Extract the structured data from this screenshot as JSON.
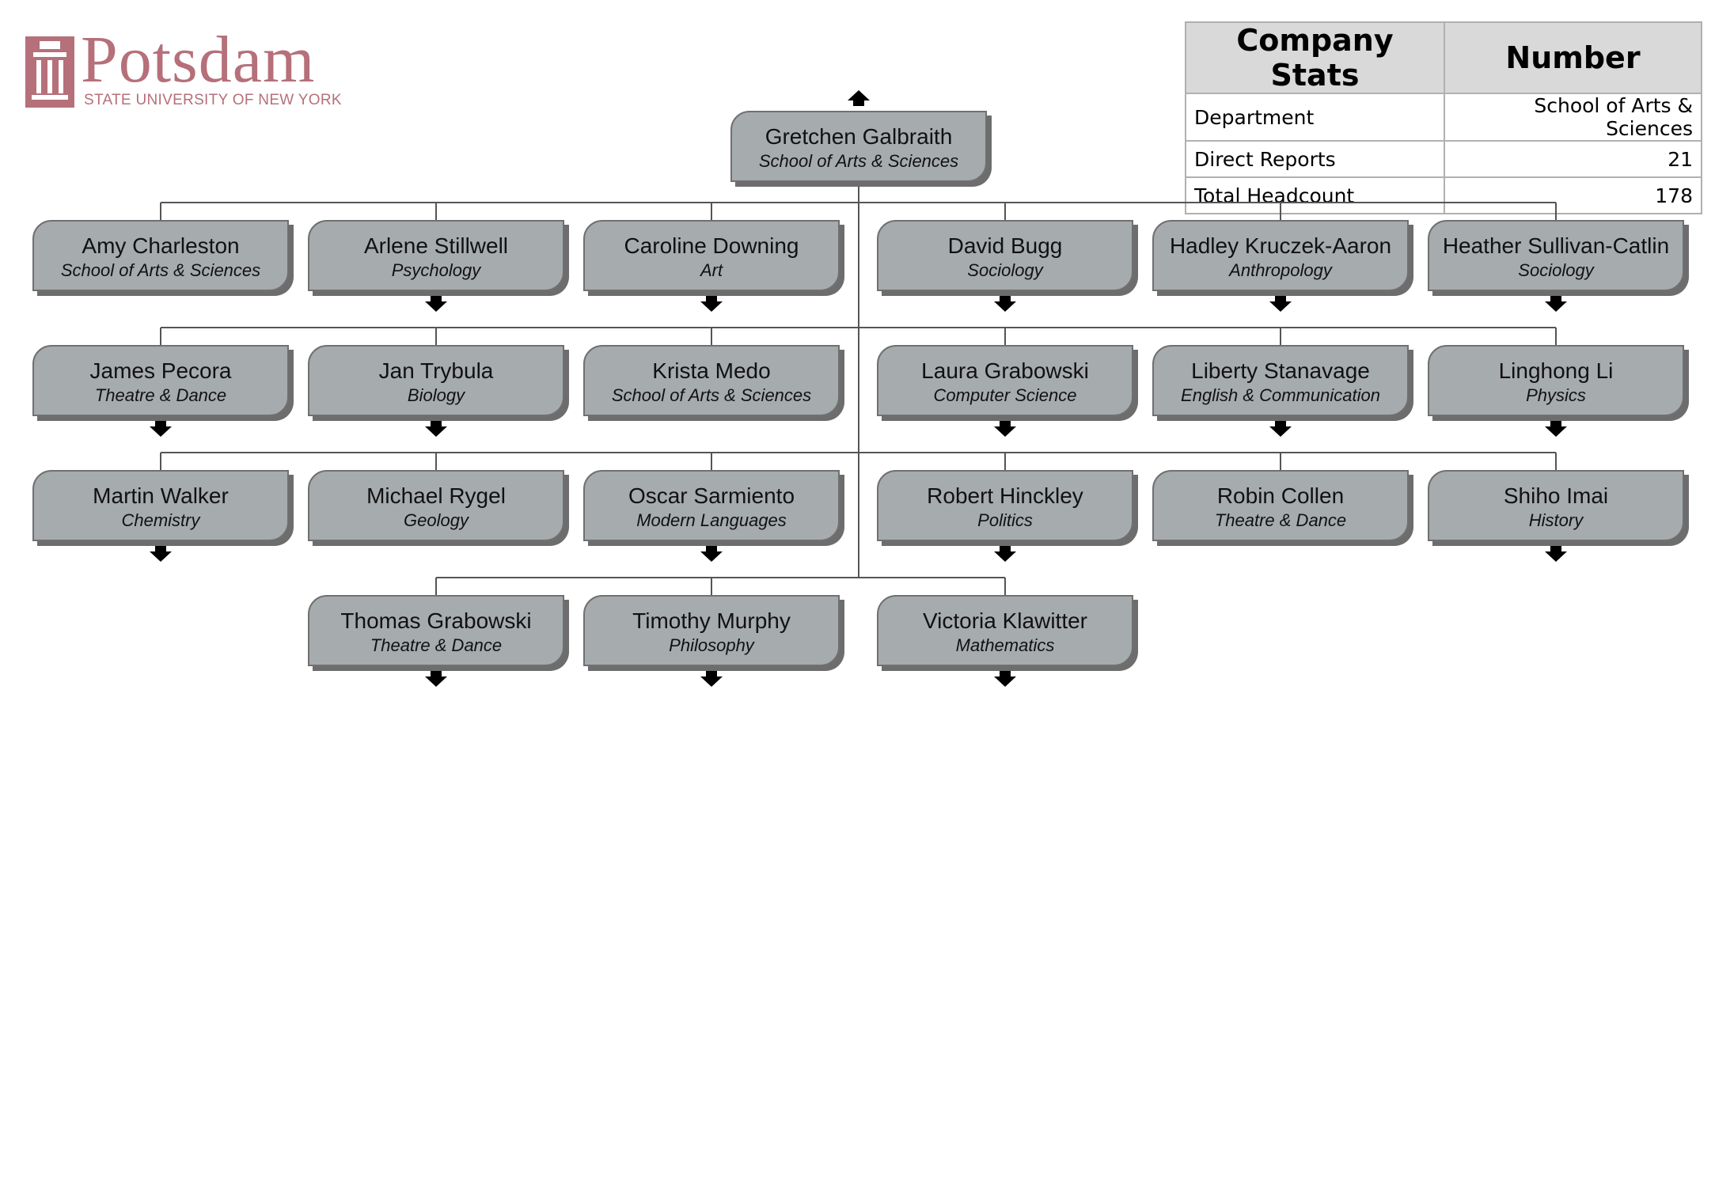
{
  "logo": {
    "name": "Potsdam",
    "subtitle": "STATE UNIVERSITY OF NEW YORK",
    "color": "#b5707a"
  },
  "stats": {
    "header": [
      "Company Stats",
      "Number"
    ],
    "rows": [
      {
        "label": "Department",
        "value": "School of Arts & Sciences"
      },
      {
        "label": "Direct Reports",
        "value": "21"
      },
      {
        "label": "Total Headcount",
        "value": "178"
      }
    ]
  },
  "root": {
    "name": "Gretchen Galbraith",
    "dept": "School of Arts & Sciences",
    "up_arrow": true
  },
  "reports": [
    {
      "name": "Amy Charleston",
      "dept": "School of Arts & Sciences",
      "down_arrow": false
    },
    {
      "name": "Arlene Stillwell",
      "dept": "Psychology",
      "down_arrow": true
    },
    {
      "name": "Caroline Downing",
      "dept": "Art",
      "down_arrow": true
    },
    {
      "name": "David Bugg",
      "dept": "Sociology",
      "down_arrow": true
    },
    {
      "name": "Hadley Kruczek-Aaron",
      "dept": "Anthropology",
      "down_arrow": true
    },
    {
      "name": "Heather Sullivan-Catlin",
      "dept": "Sociology",
      "down_arrow": true
    },
    {
      "name": "James Pecora",
      "dept": "Theatre & Dance",
      "down_arrow": true
    },
    {
      "name": "Jan Trybula",
      "dept": "Biology",
      "down_arrow": true
    },
    {
      "name": "Krista Medo",
      "dept": "School of Arts & Sciences",
      "down_arrow": false
    },
    {
      "name": "Laura Grabowski",
      "dept": "Computer Science",
      "down_arrow": true
    },
    {
      "name": "Liberty Stanavage",
      "dept": "English & Communication",
      "down_arrow": true
    },
    {
      "name": "Linghong Li",
      "dept": "Physics",
      "down_arrow": true
    },
    {
      "name": "Martin Walker",
      "dept": "Chemistry",
      "down_arrow": true
    },
    {
      "name": "Michael Rygel",
      "dept": "Geology",
      "down_arrow": false
    },
    {
      "name": "Oscar Sarmiento",
      "dept": "Modern Languages",
      "down_arrow": true
    },
    {
      "name": "Robert Hinckley",
      "dept": "Politics",
      "down_arrow": true
    },
    {
      "name": "Robin Collen",
      "dept": "Theatre & Dance",
      "down_arrow": false
    },
    {
      "name": "Shiho Imai",
      "dept": "History",
      "down_arrow": true
    },
    {
      "name": "Thomas Grabowski",
      "dept": "Theatre & Dance",
      "down_arrow": true
    },
    {
      "name": "Timothy Murphy",
      "dept": "Philosophy",
      "down_arrow": true
    },
    {
      "name": "Victoria Klawitter",
      "dept": "Mathematics",
      "down_arrow": true
    }
  ],
  "colors": {
    "box_fill": "#a6abae",
    "box_border": "#707070",
    "line": "#555555",
    "arrow": "#000000"
  }
}
